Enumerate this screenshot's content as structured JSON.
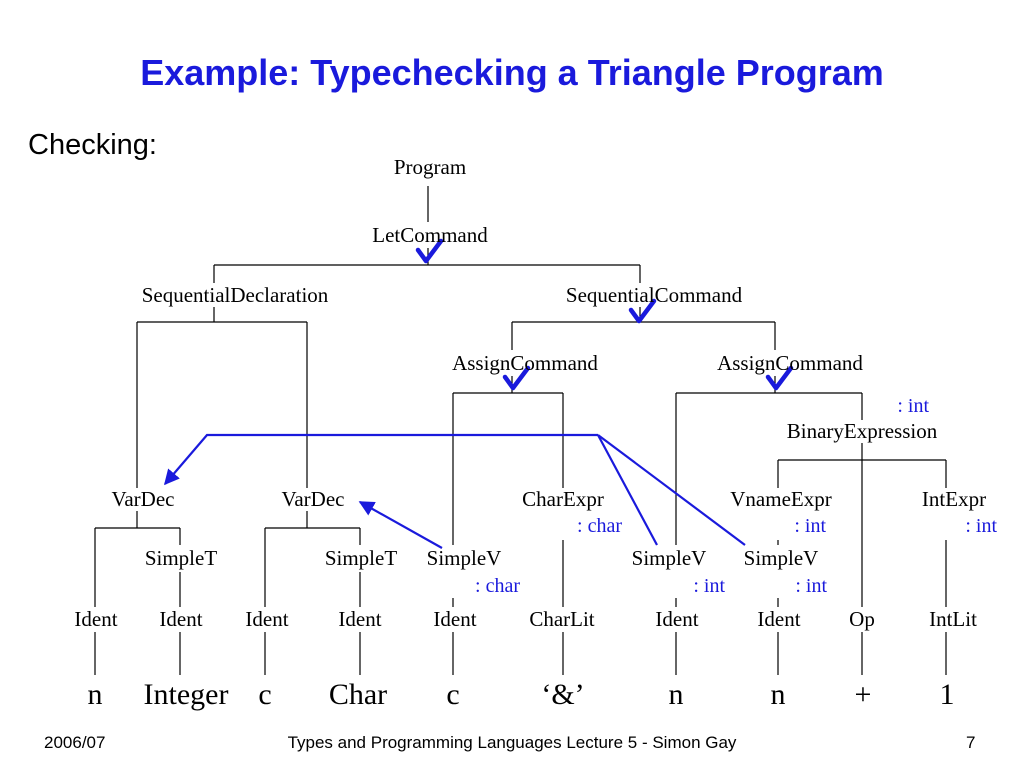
{
  "slide": {
    "title": "Example: Typechecking a Triangle Program",
    "heading": "Checking:",
    "footer": {
      "left": "2006/07",
      "center": "Types and Programming Languages Lecture 5 - Simon Gay",
      "right": "7"
    }
  },
  "tree": {
    "program": "Program",
    "let_command": "LetCommand",
    "sequential_declaration": "SequentialDeclaration",
    "sequential_command": "SequentialCommand",
    "assign_command_1": "AssignCommand",
    "assign_command_2": "AssignCommand",
    "binary_expression": "BinaryExpression",
    "binary_expression_type": ": int",
    "var_dec_1": "VarDec",
    "var_dec_2": "VarDec",
    "char_expr": "CharExpr",
    "char_expr_type": ": char",
    "vname_expr": "VnameExpr",
    "vname_expr_type": ": int",
    "int_expr": "IntExpr",
    "int_expr_type": ": int",
    "simple_t_1": "SimpleT",
    "simple_t_2": "SimpleT",
    "simple_v_1": "SimpleV",
    "simple_v_1_type": ": char",
    "simple_v_2": "SimpleV",
    "simple_v_2_type": ": int",
    "simple_v_3": "SimpleV",
    "simple_v_3_type": ": int",
    "ident_1": "Ident",
    "ident_2": "Ident",
    "ident_3": "Ident",
    "ident_4": "Ident",
    "ident_5": "Ident",
    "char_lit": "CharLit",
    "ident_6": "Ident",
    "ident_7": "Ident",
    "op": "Op",
    "int_lit": "IntLit",
    "leaves": [
      "n",
      "Integer",
      "c",
      "Char",
      "c",
      "‘&’",
      "n",
      "n",
      "+",
      "1"
    ]
  },
  "colors": {
    "title": "#1a1adc",
    "annotation": "#1a1adc",
    "arrow": "#1a1adc",
    "check": "#1a1adc",
    "text": "#000000"
  }
}
